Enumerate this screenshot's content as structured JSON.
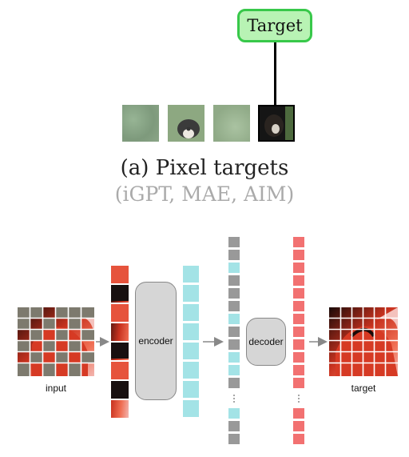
{
  "top": {
    "target_label": "Target",
    "colors": {
      "target_border": "#38c84a",
      "target_fill": "#b8f3b4"
    }
  },
  "captions": {
    "title": "(a) Pixel targets",
    "subtitle": "(iGPT, MAE, AIM)"
  },
  "pipeline": {
    "input_label": "input",
    "encoder_label": "encoder",
    "decoder_label": "decoder",
    "target_label": "target",
    "colors": {
      "cyan": "#a3e3e6",
      "gray": "#999999",
      "red": "#f27171",
      "block": "#d6d6d6"
    }
  }
}
